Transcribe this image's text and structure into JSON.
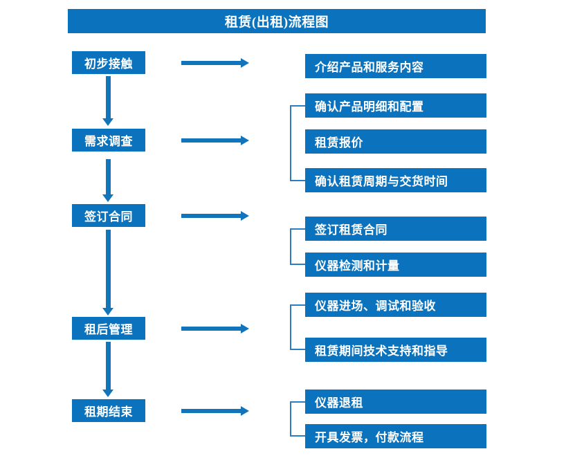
{
  "diagram": {
    "title": "租赁(出租)流程图",
    "colors": {
      "box_fill": "#0b72bd",
      "box_text": "#ffffff",
      "arrow": "#1275bc",
      "bracket": "#2d7cc0",
      "background": "#ffffff"
    },
    "stages": [
      {
        "label": "初步接触",
        "details": [
          "介绍产品和服务内容"
        ]
      },
      {
        "label": "需求调查",
        "details": [
          "确认产品明细和配置",
          "租赁报价",
          "确认租赁周期与交货时间"
        ]
      },
      {
        "label": "签订合同",
        "details": [
          "签订租赁合同",
          "仪器检测和计量"
        ]
      },
      {
        "label": "租后管理",
        "details": [
          "仪器进场、调试和验收",
          "租赁期间技术支持和指导"
        ]
      },
      {
        "label": "租期结束",
        "details": [
          "仪器退租",
          "开具发票，付款流程"
        ]
      }
    ],
    "flow_arrows": {
      "vertical_count": 4,
      "horizontal_count": 5,
      "direction_vertical": "down",
      "direction_horizontal": "right"
    }
  }
}
